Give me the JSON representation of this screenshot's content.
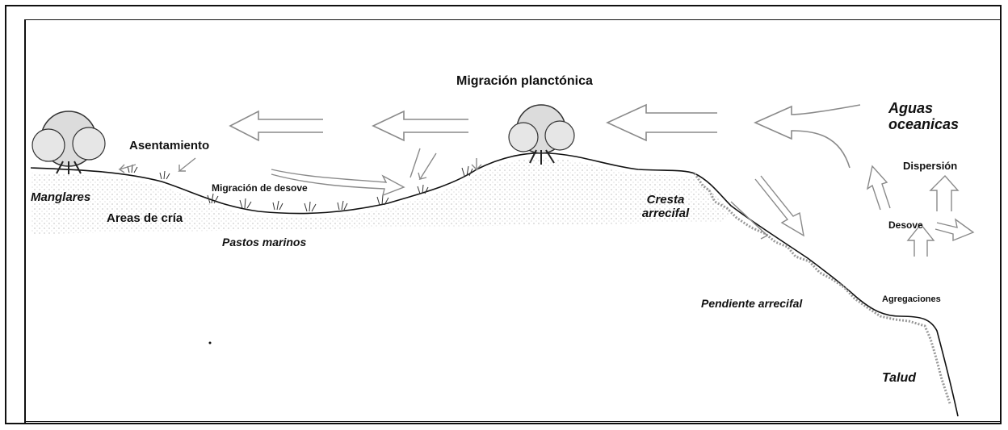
{
  "labels": {
    "migracion_planctonica": "Migración planctónica",
    "aguas_oceanicas": "Aguas oceanicas",
    "asentamiento": "Asentamiento",
    "dispersion": "Dispersión",
    "manglares": "Manglares",
    "migracion_desove": "Migración de desove",
    "areas_cria": "Areas de cría",
    "cresta_arrecifal": "Cresta arrecifal",
    "desove": "Desove",
    "pastos_marinos": "Pastos marinos",
    "pendiente_arrecifal": "Pendiente arrecifal",
    "agregaciones": "Agregaciones",
    "talud": "Talud"
  },
  "colors": {
    "ink": "#111111",
    "ground": "#9a9a9a",
    "arrow": "#8a8a8a"
  }
}
